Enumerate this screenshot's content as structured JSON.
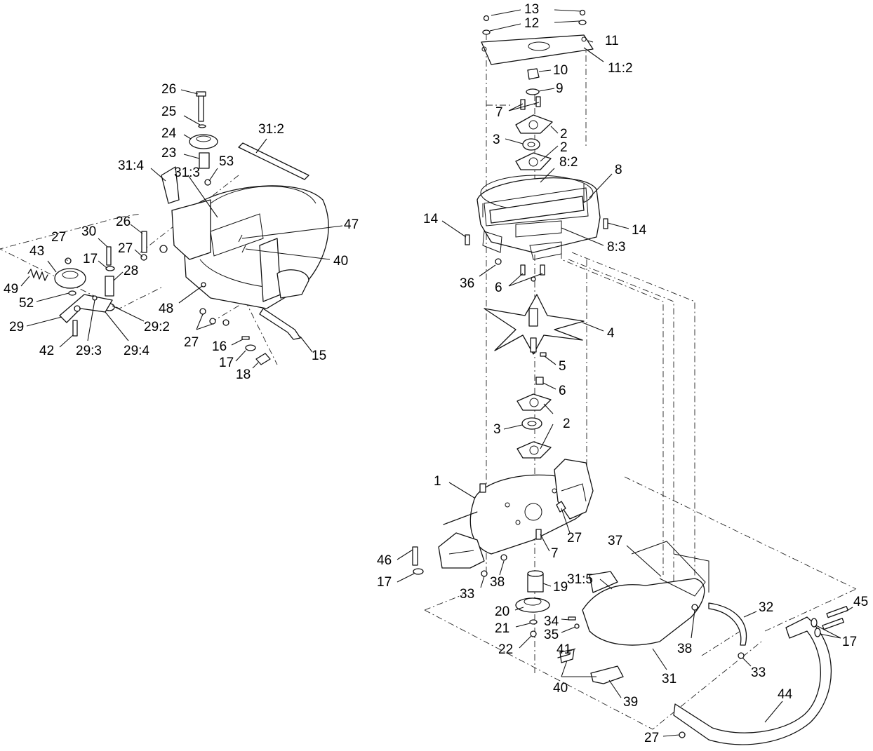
{
  "callouts": [
    {
      "id": "c13",
      "text": "13"
    },
    {
      "id": "c12",
      "text": "12"
    },
    {
      "id": "c11",
      "text": "11"
    },
    {
      "id": "c11_2",
      "text": "11:2"
    },
    {
      "id": "c10",
      "text": "10"
    },
    {
      "id": "c9",
      "text": "9"
    },
    {
      "id": "c7a",
      "text": "7"
    },
    {
      "id": "c2a",
      "text": "2"
    },
    {
      "id": "c3a",
      "text": "3"
    },
    {
      "id": "c2b",
      "text": "2"
    },
    {
      "id": "c8_2",
      "text": "8:2"
    },
    {
      "id": "c8",
      "text": "8"
    },
    {
      "id": "c14a",
      "text": "14"
    },
    {
      "id": "c14b",
      "text": "14"
    },
    {
      "id": "c8_3",
      "text": "8:3"
    },
    {
      "id": "c36",
      "text": "36"
    },
    {
      "id": "c6a",
      "text": "6"
    },
    {
      "id": "c4",
      "text": "4"
    },
    {
      "id": "c5",
      "text": "5"
    },
    {
      "id": "c6b",
      "text": "6"
    },
    {
      "id": "c2c",
      "text": "2"
    },
    {
      "id": "c3b",
      "text": "3"
    },
    {
      "id": "c1",
      "text": "1"
    },
    {
      "id": "c27a",
      "text": "27"
    },
    {
      "id": "c7b",
      "text": "7"
    },
    {
      "id": "c37",
      "text": "37"
    },
    {
      "id": "c46",
      "text": "46"
    },
    {
      "id": "c17a",
      "text": "17"
    },
    {
      "id": "c38a",
      "text": "38"
    },
    {
      "id": "c33a",
      "text": "33"
    },
    {
      "id": "c19",
      "text": "19"
    },
    {
      "id": "c31_5",
      "text": "31:5"
    },
    {
      "id": "c20",
      "text": "20"
    },
    {
      "id": "c21",
      "text": "21"
    },
    {
      "id": "c34",
      "text": "34"
    },
    {
      "id": "c35",
      "text": "35"
    },
    {
      "id": "c22",
      "text": "22"
    },
    {
      "id": "c41",
      "text": "41"
    },
    {
      "id": "c40a",
      "text": "40"
    },
    {
      "id": "c38b",
      "text": "38"
    },
    {
      "id": "c31",
      "text": "31"
    },
    {
      "id": "c39",
      "text": "39"
    },
    {
      "id": "c32",
      "text": "32"
    },
    {
      "id": "c33b",
      "text": "33"
    },
    {
      "id": "c45",
      "text": "45"
    },
    {
      "id": "c17b",
      "text": "17"
    },
    {
      "id": "c44",
      "text": "44"
    },
    {
      "id": "c27b",
      "text": "27"
    },
    {
      "id": "c26a",
      "text": "26"
    },
    {
      "id": "c25",
      "text": "25"
    },
    {
      "id": "c24",
      "text": "24"
    },
    {
      "id": "c23",
      "text": "23"
    },
    {
      "id": "c31_2",
      "text": "31:2"
    },
    {
      "id": "c31_4",
      "text": "31:4"
    },
    {
      "id": "c31_3",
      "text": "31:3"
    },
    {
      "id": "c53",
      "text": "53"
    },
    {
      "id": "c47",
      "text": "47"
    },
    {
      "id": "c40b",
      "text": "40"
    },
    {
      "id": "c30",
      "text": "30"
    },
    {
      "id": "c26b",
      "text": "26"
    },
    {
      "id": "c27c",
      "text": "27"
    },
    {
      "id": "c43",
      "text": "43"
    },
    {
      "id": "c27d",
      "text": "27"
    },
    {
      "id": "c17c",
      "text": "17"
    },
    {
      "id": "c28",
      "text": "28"
    },
    {
      "id": "c49",
      "text": "49"
    },
    {
      "id": "c52",
      "text": "52"
    },
    {
      "id": "c48",
      "text": "48"
    },
    {
      "id": "c29_2",
      "text": "29:2"
    },
    {
      "id": "c29",
      "text": "29"
    },
    {
      "id": "c27e",
      "text": "27"
    },
    {
      "id": "c16",
      "text": "16"
    },
    {
      "id": "c15",
      "text": "15"
    },
    {
      "id": "c42",
      "text": "42"
    },
    {
      "id": "c29_3",
      "text": "29:3"
    },
    {
      "id": "c29_4",
      "text": "29:4"
    },
    {
      "id": "c17d",
      "text": "17"
    },
    {
      "id": "c18",
      "text": "18"
    }
  ]
}
